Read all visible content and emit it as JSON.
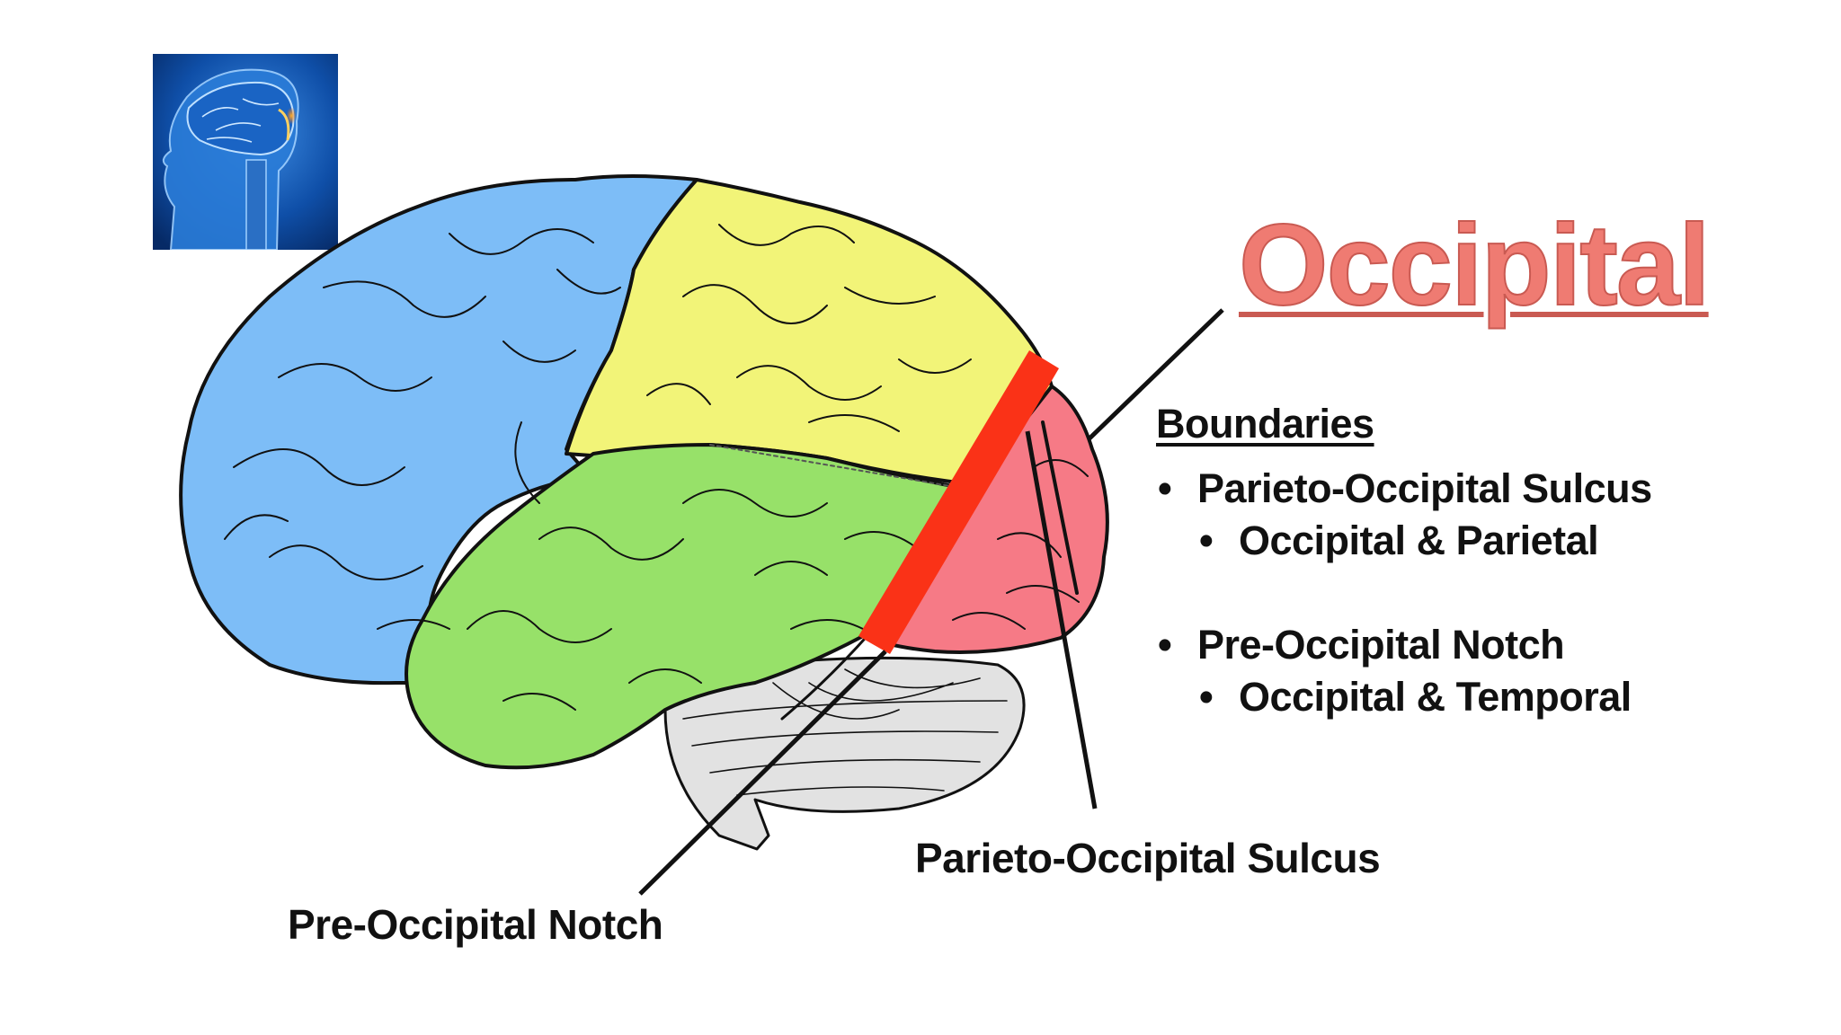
{
  "title": "Occipital",
  "boundaries": {
    "heading": "Boundaries",
    "items": [
      {
        "label": "Parieto-Occipital Sulcus",
        "sub": "Occipital & Parietal"
      },
      {
        "label": "Pre-Occipital Notch",
        "sub": "Occipital & Temporal"
      }
    ]
  },
  "labels": {
    "sulcus": "Parieto-Occipital Sulcus",
    "notch": "Pre-Occipital Notch"
  },
  "colors": {
    "frontal": "#7dbdf7",
    "parietal": "#f2f478",
    "temporal": "#97e169",
    "occipital": "#f67a86",
    "cerebellum": "#e2e2e2",
    "boundary_marker": "#fa3217",
    "title": "#ef7b72",
    "thumbnail_bg": "#0b3f8c"
  },
  "thumbnail": {
    "icon": "head-brain-xray-icon"
  }
}
